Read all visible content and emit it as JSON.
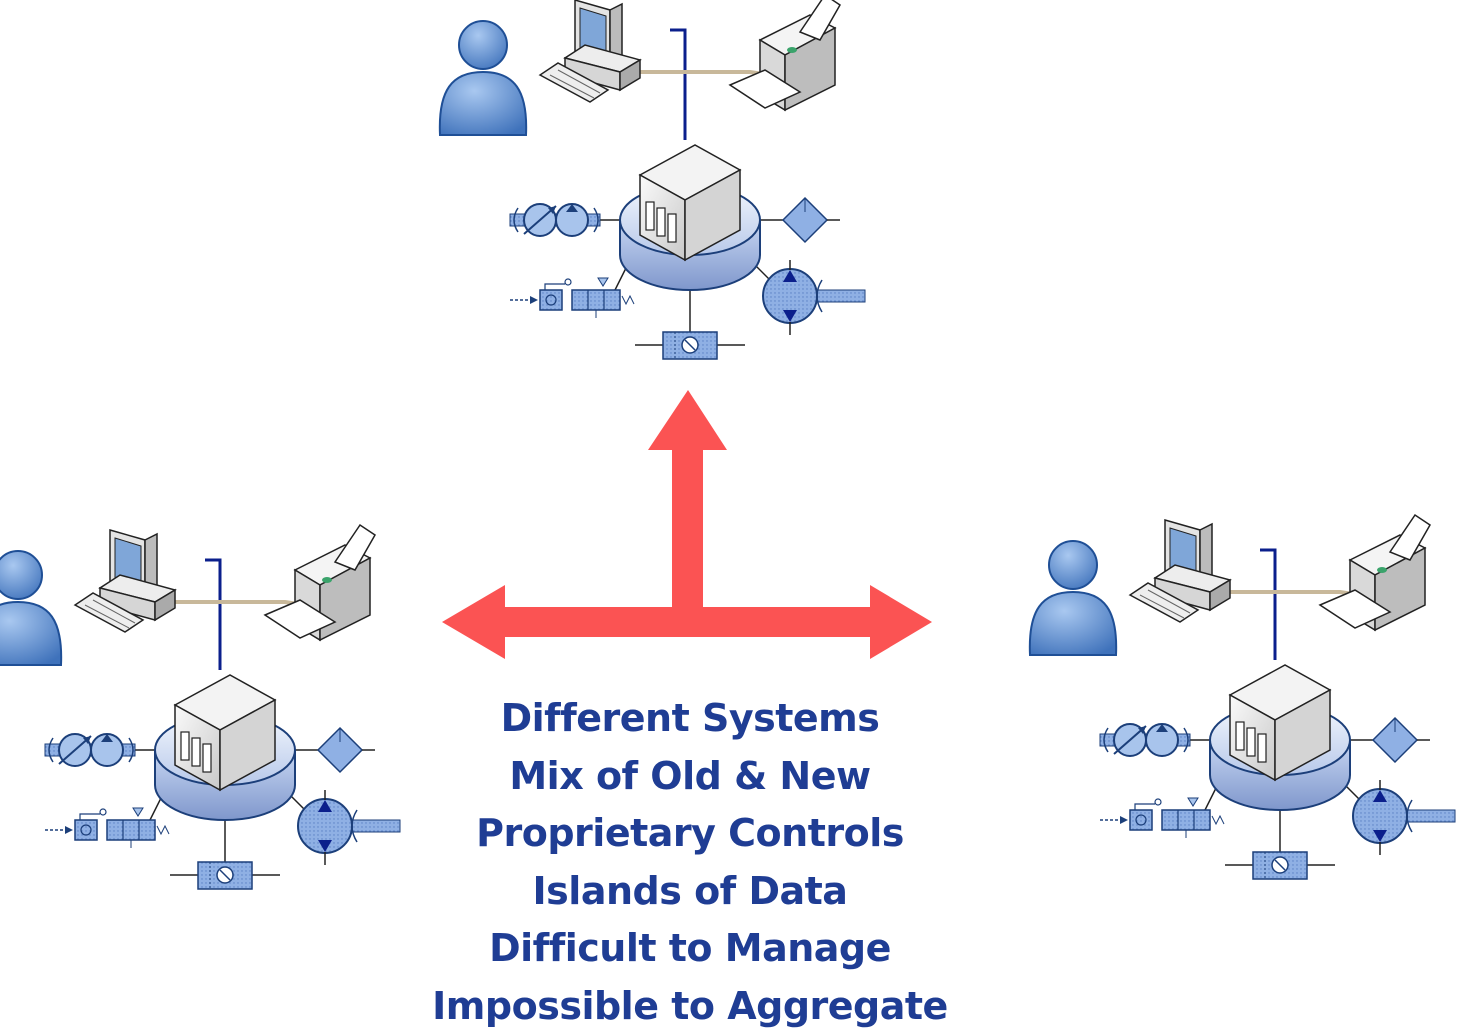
{
  "colors": {
    "arrow": "#fb5353",
    "caption": "#1f3d94",
    "person": "#5b8fd0",
    "network_blue": "#0b1f8c",
    "network_tan": "#c8b89a",
    "device_fill": "#a8c4ec",
    "device_stroke": "#1c3f7a"
  },
  "icons": {
    "user": "user-icon",
    "computer": "desktop-computer-icon",
    "printer": "printer-icon",
    "server": "server-building-icon",
    "pump": "pump-icon",
    "valve": "valve-icon",
    "filter": "filter-diamond-icon",
    "meter": "flow-meter-icon",
    "arrow": "three-way-arrow-icon"
  },
  "caption": {
    "lines": [
      "Different Systems",
      "Mix of Old & New",
      "Proprietary Controls",
      "Islands of Data",
      "Difficult to Manage",
      "Impossible to Aggregate"
    ]
  }
}
